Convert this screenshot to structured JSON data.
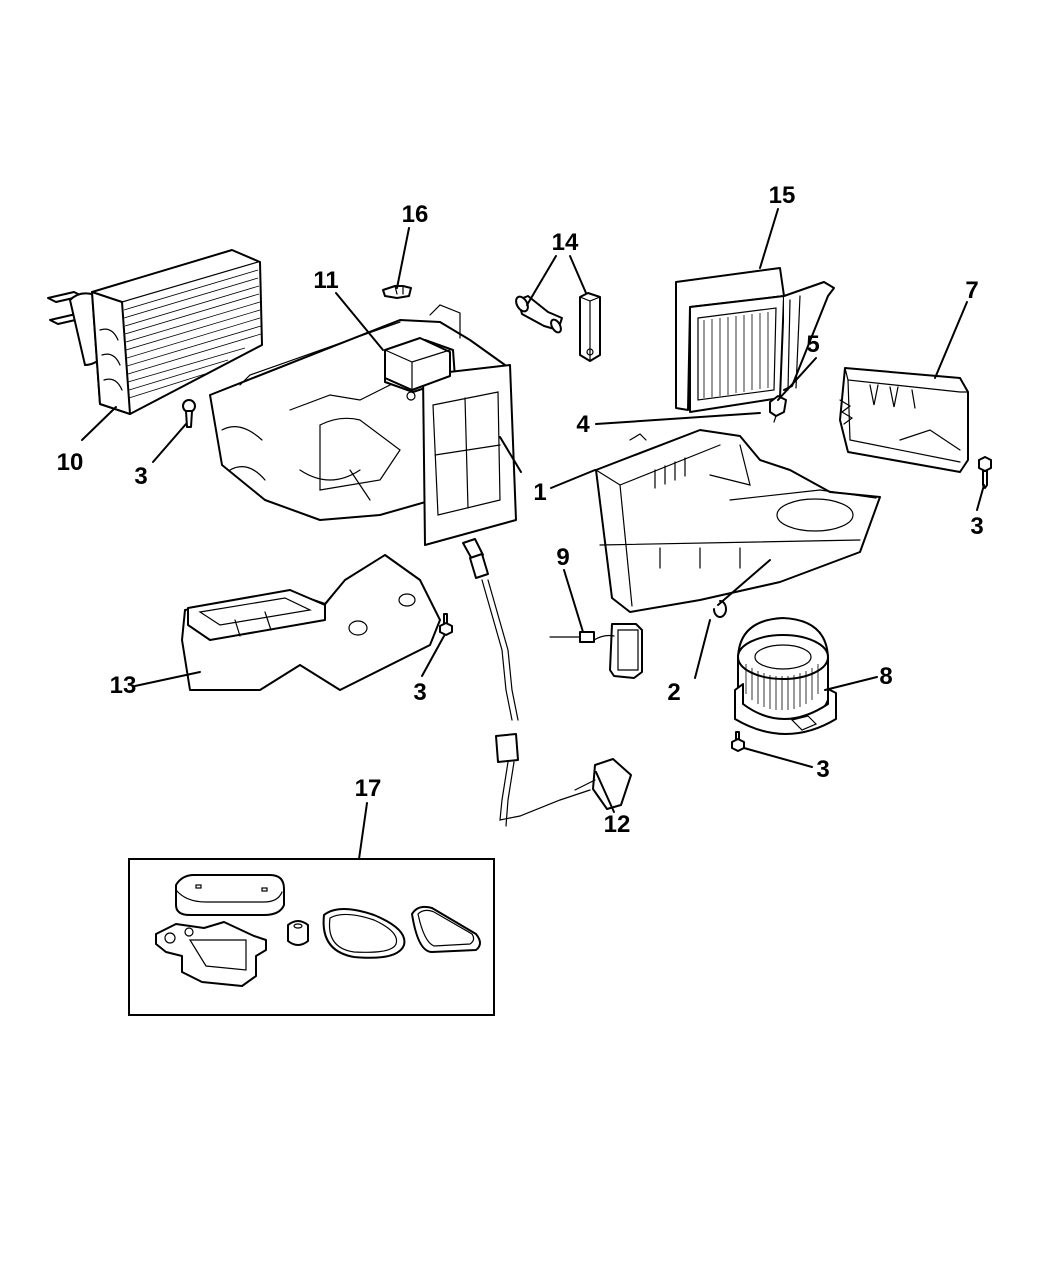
{
  "diagram": {
    "type": "exploded-parts-view",
    "subject": "HVAC heater and A/C housing assembly",
    "colors": {
      "line": "#000000",
      "background": "#ffffff"
    },
    "callouts": [
      {
        "id": "c16",
        "label": "16",
        "part": "clip"
      },
      {
        "id": "c14",
        "label": "14",
        "part": "vacuum check valve and connector"
      },
      {
        "id": "c15",
        "label": "15",
        "part": "evaporator core"
      },
      {
        "id": "c7",
        "label": "7",
        "part": "evaporator housing cover"
      },
      {
        "id": "c11",
        "label": "11",
        "part": "actuator / control module"
      },
      {
        "id": "c5",
        "label": "5",
        "part": "fitting"
      },
      {
        "id": "c4",
        "label": "4",
        "part": "temperature sensor"
      },
      {
        "id": "c10",
        "label": "10",
        "part": "heater core"
      },
      {
        "id": "c3a",
        "label": "3",
        "part": "screw (heater core)"
      },
      {
        "id": "c1a",
        "label": "1",
        "part": "heater housing"
      },
      {
        "id": "c1b",
        "label": "1",
        "part": "blower housing"
      },
      {
        "id": "c3b",
        "label": "3",
        "part": "screw (housing cover)"
      },
      {
        "id": "c9",
        "label": "9",
        "part": "blower motor resistor"
      },
      {
        "id": "c13",
        "label": "13",
        "part": "air duct"
      },
      {
        "id": "c3c",
        "label": "3",
        "part": "screw (duct)"
      },
      {
        "id": "c2",
        "label": "2",
        "part": "clip"
      },
      {
        "id": "c8",
        "label": "8",
        "part": "blower motor and wheel"
      },
      {
        "id": "c3d",
        "label": "3",
        "part": "screw (blower motor)"
      },
      {
        "id": "c12",
        "label": "12",
        "part": "wiring harness"
      },
      {
        "id": "c17",
        "label": "17",
        "part": "seal kit"
      }
    ]
  }
}
